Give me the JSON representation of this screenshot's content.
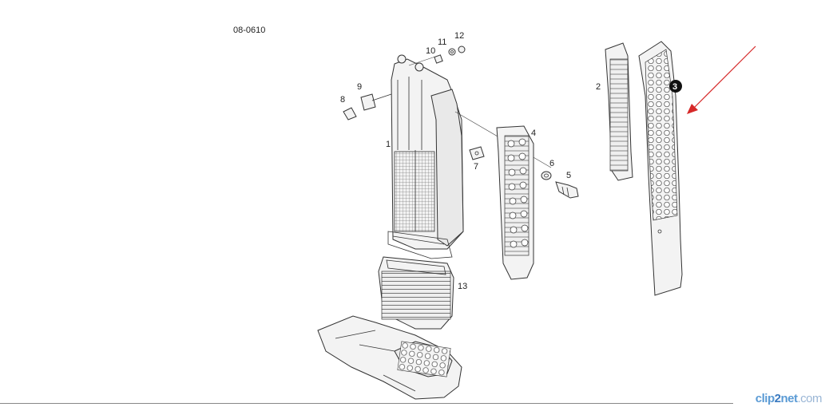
{
  "diagram": {
    "ref_code": "08-0610",
    "highlight": {
      "number": "3",
      "color": "#111111"
    },
    "arrow_color": "#d62828",
    "labels": {
      "p1": "1",
      "p2": "2",
      "p4": "4",
      "p5": "5",
      "p6": "6",
      "p7": "7",
      "p8": "8",
      "p9": "9",
      "p10": "10",
      "p11": "11",
      "p12": "12",
      "p13": "13"
    }
  },
  "watermark": {
    "part1": "clip",
    "part2": "2",
    "part3": "net",
    "part4": ".com"
  }
}
